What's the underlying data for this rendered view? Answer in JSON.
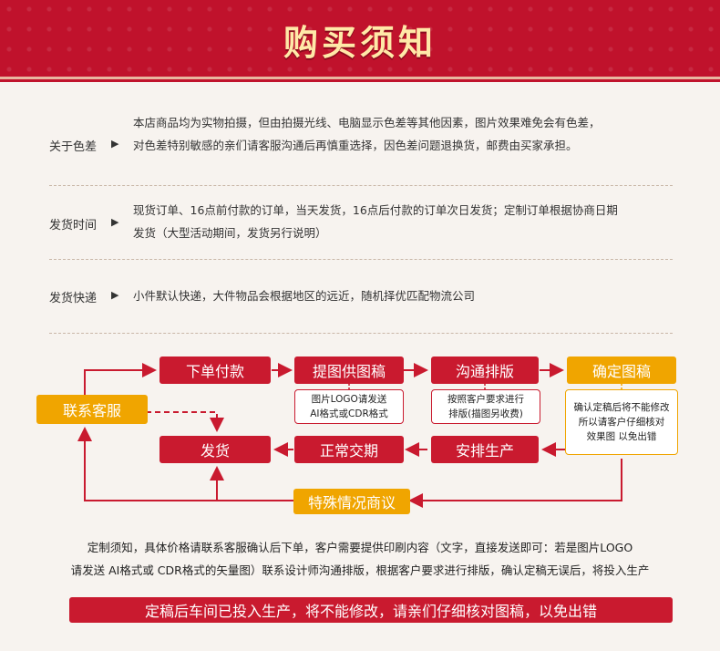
{
  "banner": {
    "title": "购买须知"
  },
  "sections": [
    {
      "label": "关于色差",
      "lines": [
        "本店商品均为实物拍摄，但由拍摄光线、电脑显示色差等其他因素，图片效果难免会有色差，",
        "对色差特别敏感的亲们请客服沟通后再慎重选择，因色差问题退换货，邮费由买家承担。"
      ]
    },
    {
      "label": "发货时间",
      "lines": [
        "现货订单、16点前付款的订单，当天发货，16点后付款的订单次日发货；定制订单根据协商日期",
        "发货（大型活动期间，发货另行说明）"
      ]
    },
    {
      "label": "发货快递",
      "lines": [
        "小件默认快递，大件物品会根据地区的远近，随机择优匹配物流公司"
      ]
    }
  ],
  "flow": {
    "contact": "联系客服",
    "order_pay": "下单付款",
    "submit_draft": "提图供图稿",
    "communicate": "沟通排版",
    "confirm_draft": "确定图稿",
    "ship": "发货",
    "delivery": "正常交期",
    "arrange": "安排生产",
    "special": "特殊情况商议",
    "note_submit": [
      "图片LOGO请发送",
      "AI格式或CDR格式"
    ],
    "note_communicate": [
      "按照客户要求进行",
      "排版(描图另收费)"
    ],
    "note_confirm": [
      "确认定稿后将不能修改",
      "所以请客户仔细核对",
      "效果图 以免出错"
    ]
  },
  "footer": {
    "lines": [
      "定制须知，具体价格请联系客服确认后下单，客户需要提供印刷内容（文字，直接发送即可：若是图片LOGO",
      "请发送 AI格式或 CDR格式的矢量图）联系设计师沟通排版，根据客户要求进行排版，确认定稿无误后，将投入生产"
    ],
    "warning": "定稿后车间已投入生产，将不能修改，请亲们仔细核对图稿，以免出错"
  },
  "arrow_glyph": "▶",
  "colors": {
    "primary_red": "#c91a2f",
    "gold": "#f0a500",
    "banner_red": "#c0122c"
  }
}
